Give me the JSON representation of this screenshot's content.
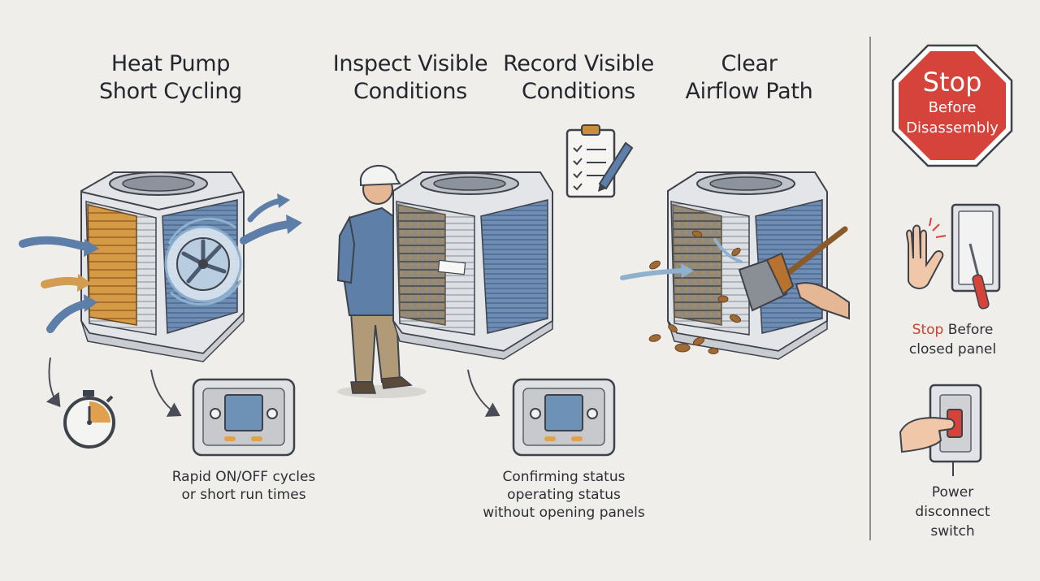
{
  "steps": [
    {
      "title_line1": "Heat Pump",
      "title_line2": "Short Cycling"
    },
    {
      "title_line1": "Inspect Visible",
      "title_line2": "Conditions"
    },
    {
      "title_line1": "Record Visible",
      "title_line2": "Conditions"
    },
    {
      "title_line1": "Clear",
      "title_line2": "Airflow Path"
    }
  ],
  "captions": {
    "cycling_line1": "Rapid ON/OFF cycles",
    "cycling_line2": "or short run times",
    "status_line1": "Confirming status",
    "status_line2": "operating status",
    "status_line3": "without opening panels"
  },
  "sidebar": {
    "stop_sign_main": "Stop",
    "stop_sign_sub1": "Before",
    "stop_sign_sub2": "Disassembly",
    "stop_caption_red": "Stop",
    "stop_caption_rest": " Before",
    "stop_caption_line2": "closed panel",
    "power_line1": "Power",
    "power_line2": "disconnect",
    "power_line3": "switch"
  },
  "icons": [
    "heat-pump-unit",
    "airflow-arrow",
    "stopwatch-icon",
    "thermostat-icon",
    "technician",
    "clipboard-icon",
    "pen-icon",
    "brush-icon",
    "leaf-debris",
    "stop-sign",
    "raised-hand-icon",
    "electrical-panel-icon",
    "screwdriver-icon",
    "disconnect-switch-icon"
  ],
  "colors": {
    "stop_red": "#d5433a",
    "unit_blue": "#5e7ea6",
    "coil_orange": "#c98e3b",
    "airflow_blue": "#6a8bb0"
  }
}
